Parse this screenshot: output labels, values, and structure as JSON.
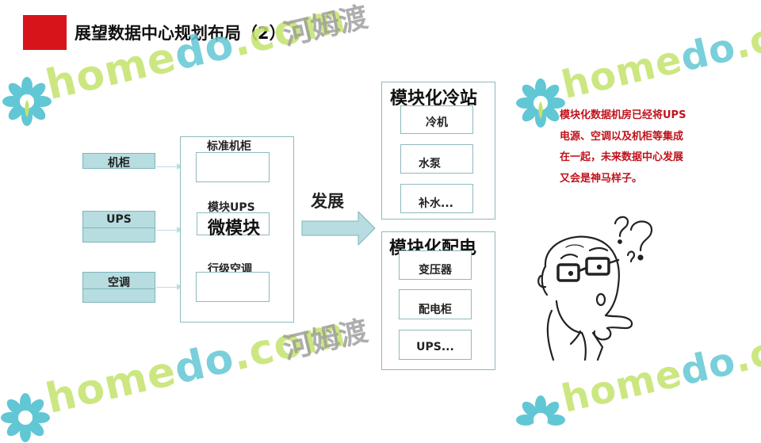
{
  "header": {
    "title": "展望数据中心规划布局（2）",
    "accent_color": "#d7141a"
  },
  "watermark": {
    "text_prefix": "home",
    "text_suffix": "do",
    "dot_com": ".com",
    "cn_text": "河姆渡",
    "text_color": "#c4e36c",
    "accent_color": "#62c7d4"
  },
  "left_items": [
    {
      "label": "机柜"
    },
    {
      "label": "UPS"
    },
    {
      "label": "空调"
    }
  ],
  "module_panel": {
    "top_label": "标准机柜",
    "middle_label": "模块UPS",
    "middle_big": "微模块",
    "bottom_label": "行级空调"
  },
  "develop": {
    "label": "发展"
  },
  "cooling_station": {
    "title": "模块化冷站",
    "items": [
      "冷机",
      "水泵",
      "补水..."
    ]
  },
  "power_distribution": {
    "title": "模块化配电",
    "items": [
      "变压器",
      "配电柜",
      "UPS..."
    ]
  },
  "note": {
    "text": "模块化数据机房已经将UPS电源、空调以及机柜等集成在一起，未来数据中心发展又会是神马样子。"
  },
  "colors": {
    "box_fill": "#b7dde1",
    "border": "#8fb9bd",
    "note_text": "#c0121b"
  }
}
